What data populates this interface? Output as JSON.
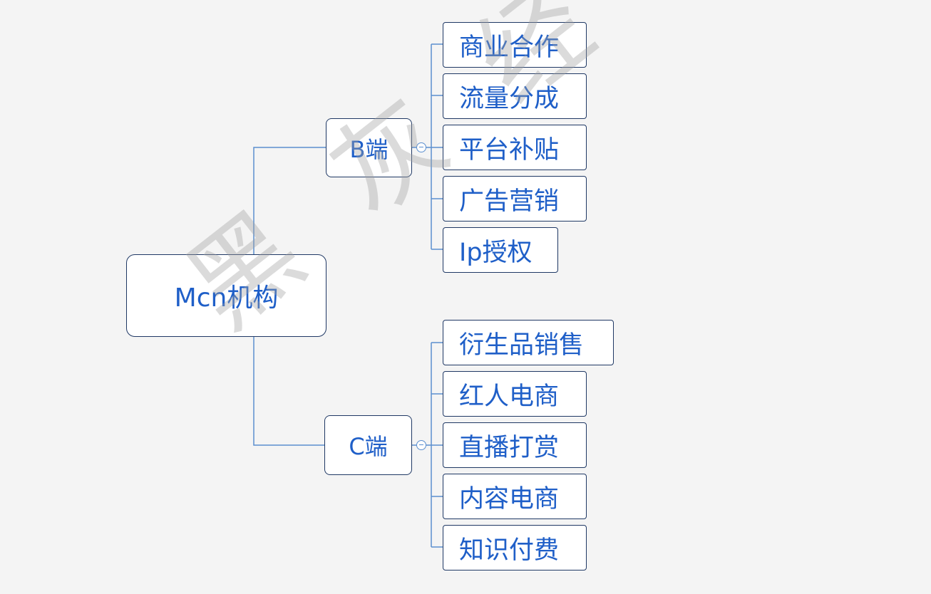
{
  "root": {
    "label": "Mcn机构"
  },
  "branches": [
    {
      "label": "B端",
      "children": [
        "商业合作",
        "流量分成",
        "平台补贴",
        "广告营销",
        "Ip授权"
      ]
    },
    {
      "label": "C端",
      "children": [
        "衍生品销售",
        "红人电商",
        "直播打赏",
        "内容电商",
        "知识付费"
      ]
    }
  ],
  "watermark": "黑 灰 经",
  "colors": {
    "line": "#5b8fcf",
    "border": "#1f3864",
    "text": "#1f5fc8",
    "background": "#f4f4f4"
  }
}
